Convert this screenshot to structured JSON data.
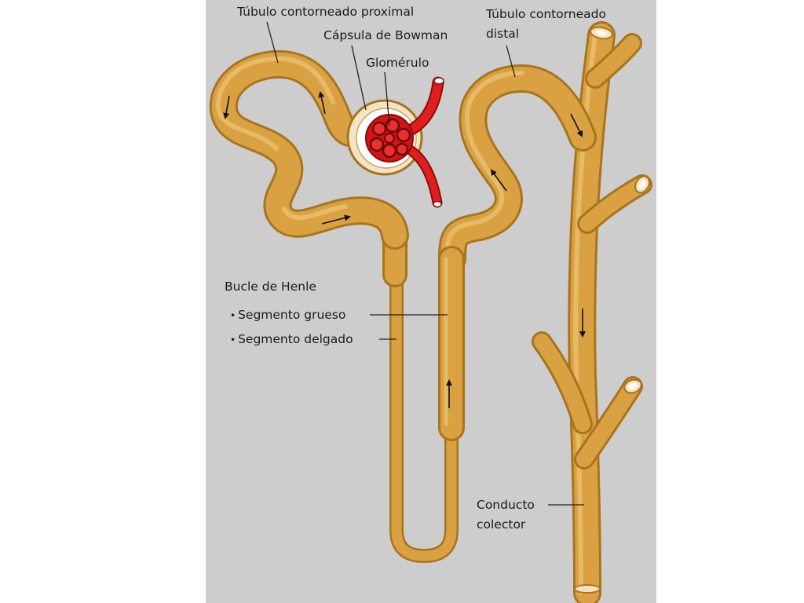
{
  "labels": {
    "pct": "Túbulo contorneado proximal",
    "capsule": "Cápsula de Bowman",
    "glomerulus": "Glomérulo",
    "dct_line1": "Túbulo contorneado",
    "dct_line2": "distal",
    "henle": "Bucle de Henle",
    "thick": "Segmento grueso",
    "thin": "Segmento delgado",
    "cd_line1": "Conducto",
    "cd_line2": "colector"
  },
  "colors": {
    "background": "#cdcdcd",
    "tubule": "#d9a142",
    "tubule_edge": "#a8741f",
    "tubule_highlight": "#f2cf85",
    "blood": "#e01e1e",
    "blood_dark": "#8a0c0c"
  }
}
